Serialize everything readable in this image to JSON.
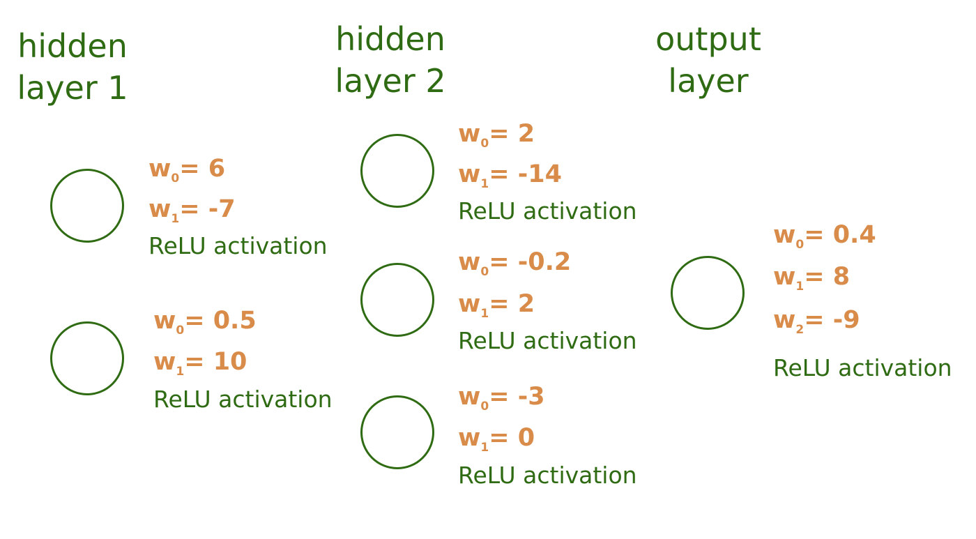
{
  "layers": [
    {
      "title": [
        "hidden",
        "layer 1"
      ],
      "nodes": [
        {
          "weights": [
            {
              "sub": "0",
              "value": "6"
            },
            {
              "sub": "1",
              "value": "-7"
            }
          ],
          "activation": "ReLU activation"
        },
        {
          "weights": [
            {
              "sub": "0",
              "value": "0.5"
            },
            {
              "sub": "1",
              "value": "10"
            }
          ],
          "activation": "ReLU activation"
        }
      ]
    },
    {
      "title": [
        "hidden",
        "layer 2"
      ],
      "nodes": [
        {
          "weights": [
            {
              "sub": "0",
              "value": "2"
            },
            {
              "sub": "1",
              "value": "-14"
            }
          ],
          "activation": "ReLU activation"
        },
        {
          "weights": [
            {
              "sub": "0",
              "value": "-0.2"
            },
            {
              "sub": "1",
              "value": "2"
            }
          ],
          "activation": "ReLU activation"
        },
        {
          "weights": [
            {
              "sub": "0",
              "value": "-3"
            },
            {
              "sub": "1",
              "value": "0"
            }
          ],
          "activation": "ReLU activation"
        }
      ]
    },
    {
      "title": [
        "output",
        "layer"
      ],
      "nodes": [
        {
          "weights": [
            {
              "sub": "0",
              "value": "0.4"
            },
            {
              "sub": "1",
              "value": "8"
            },
            {
              "sub": "2",
              "value": "-9"
            }
          ],
          "activation": "ReLU activation"
        }
      ]
    }
  ],
  "colors": {
    "green": "#2e6b12",
    "orange": "#d98c4a"
  }
}
